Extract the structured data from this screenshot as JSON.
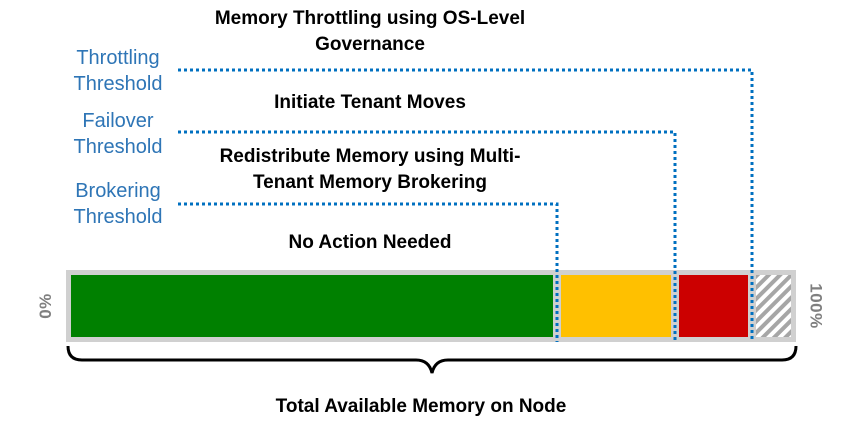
{
  "zones": [
    {
      "label_line1": "Memory Throttling using OS-Level",
      "label_line2": "Governance"
    },
    {
      "label_line1": "Initiate Tenant Moves",
      "label_line2": ""
    },
    {
      "label_line1": "Redistribute Memory using Multi-",
      "label_line2": "Tenant Memory Brokering"
    },
    {
      "label_line1": "No Action Needed",
      "label_line2": ""
    }
  ],
  "thresholds": [
    {
      "line1": "Throttling",
      "line2": "Threshold"
    },
    {
      "line1": "Failover",
      "line2": "Threshold"
    },
    {
      "line1": "Brokering",
      "line2": "Threshold"
    }
  ],
  "axis": {
    "min_label": "0%",
    "max_label": "100%"
  },
  "footer": "Total Available Memory on Node",
  "bar_segments": [
    {
      "name": "no-action",
      "fraction": 0.645,
      "color": "#008000"
    },
    {
      "name": "brokering",
      "fraction": 0.16,
      "color": "#ffc000"
    },
    {
      "name": "failover",
      "fraction": 0.11,
      "color": "#cc0000"
    },
    {
      "name": "throttling",
      "fraction": 0.085,
      "color": "hatched-gray"
    }
  ],
  "colors": {
    "threshold_text": "#2e75b6",
    "dotted_line": "#0070c0",
    "bar_frame": "#d0d0d0",
    "percent_text": "#7f7f7f"
  }
}
